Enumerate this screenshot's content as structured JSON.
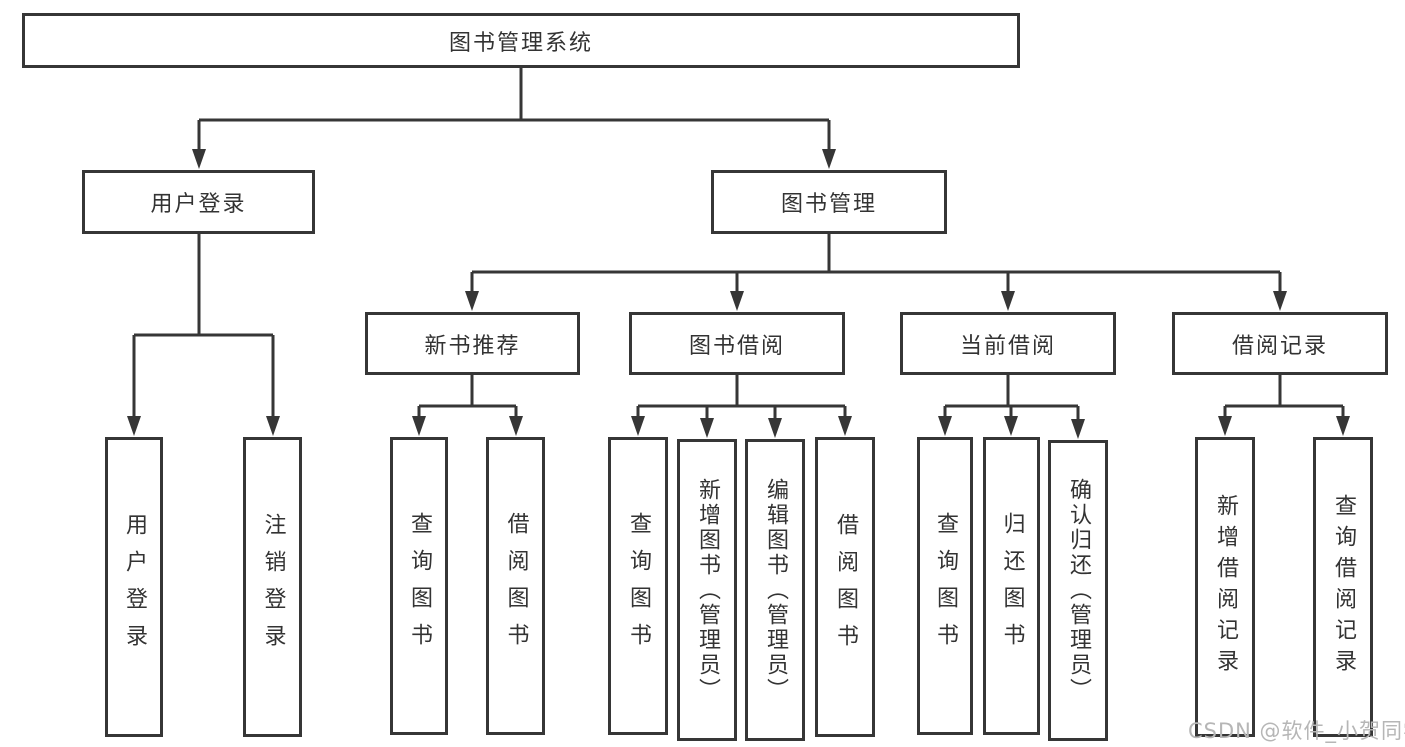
{
  "diagram": {
    "root": {
      "label": "图书管理系统"
    },
    "branches": [
      {
        "label": "用户登录",
        "children": [
          {
            "label": "用户登录"
          },
          {
            "label": "注销登录"
          }
        ]
      },
      {
        "label": "图书管理",
        "children": [
          {
            "label": "新书推荐",
            "children": [
              {
                "label": "查询图书"
              },
              {
                "label": "借阅图书"
              }
            ]
          },
          {
            "label": "图书借阅",
            "children": [
              {
                "label": "查询图书"
              },
              {
                "label": "新增图书（管理员）"
              },
              {
                "label": "编辑图书（管理员）"
              },
              {
                "label": "借阅图书"
              }
            ]
          },
          {
            "label": "当前借阅",
            "children": [
              {
                "label": "查询图书"
              },
              {
                "label": "归还图书"
              },
              {
                "label": "确认归还（管理员）"
              }
            ]
          },
          {
            "label": "借阅记录",
            "children": [
              {
                "label": "新增借阅记录"
              },
              {
                "label": "查询借阅记录"
              }
            ]
          }
        ]
      }
    ]
  },
  "watermark": {
    "text": "CSDN @软件_小贺同学"
  },
  "colors": {
    "line": "#363636",
    "text": "#333333",
    "watermark": "#b6b6b6",
    "background": "#ffffff"
  }
}
